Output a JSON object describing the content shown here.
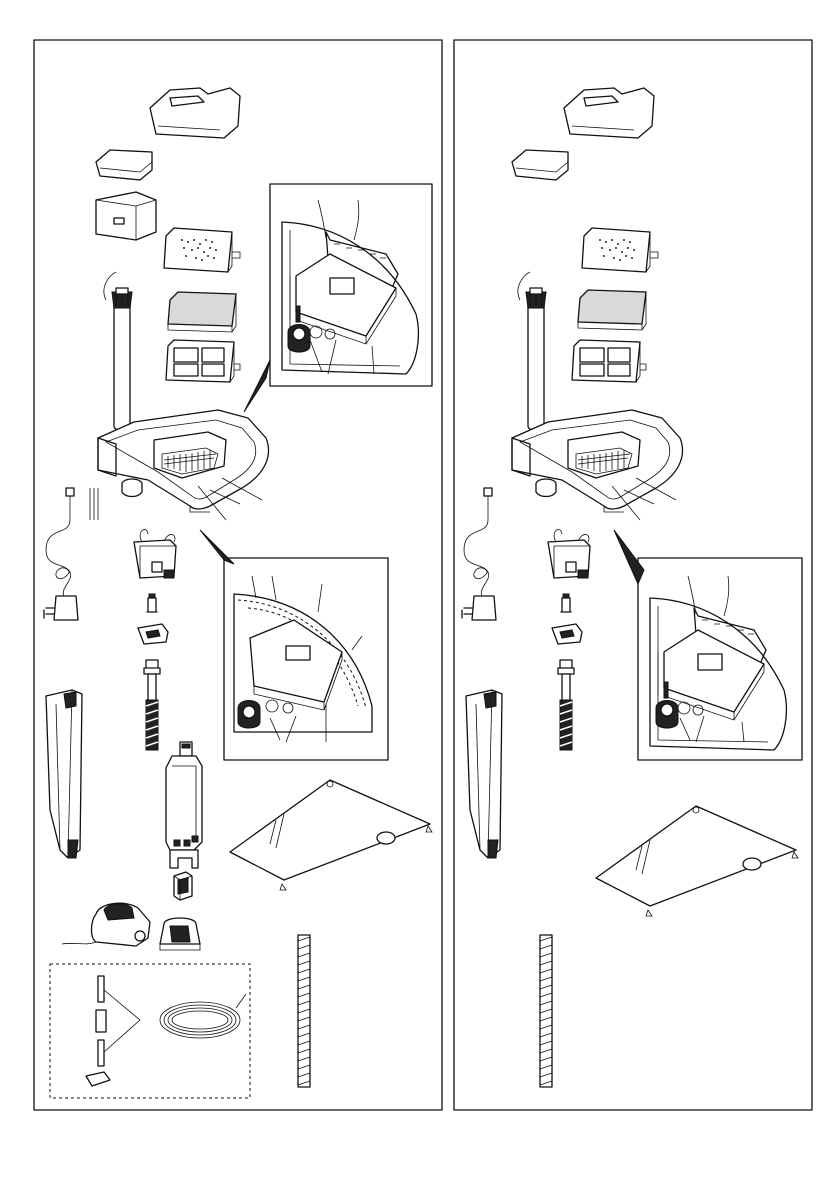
{
  "diagram": {
    "kind": "aquarium-corner-filter-parts-exploded-view",
    "panels": [
      {
        "side": "left",
        "parts": [
          "hood-lid-icon",
          "filter-cover-icon",
          "impeller-housing-icon",
          "filter-sponge-icon",
          "carbon-pad-icon",
          "filter-cartridge-icon",
          "heater-tube-icon",
          "filter-base-icon",
          "power-adapter-icon",
          "pump-motor-icon",
          "impeller-icon",
          "impeller-cap-icon",
          "intake-tube-icon",
          "leg-support-icon",
          "uv-sterilizer-icon",
          "air-stone-icon",
          "check-valve-icon",
          "air-pump-icon",
          "airline-tubing-icon",
          "glass-panel-icon",
          "air-curtain-tube-icon"
        ],
        "insets": 2
      },
      {
        "side": "right",
        "parts": [
          "hood-lid-icon",
          "filter-cover-icon",
          "filter-sponge-icon",
          "carbon-pad-icon",
          "filter-cartridge-icon",
          "heater-tube-icon",
          "filter-base-icon",
          "power-adapter-icon",
          "pump-motor-icon",
          "impeller-icon",
          "impeller-cap-icon",
          "intake-tube-icon",
          "leg-support-icon",
          "glass-panel-icon",
          "air-curtain-tube-icon"
        ],
        "insets": 1
      }
    ],
    "colors": {
      "line": "#111111",
      "pad_fill": "#d9d9d9",
      "background": "#ffffff"
    }
  }
}
